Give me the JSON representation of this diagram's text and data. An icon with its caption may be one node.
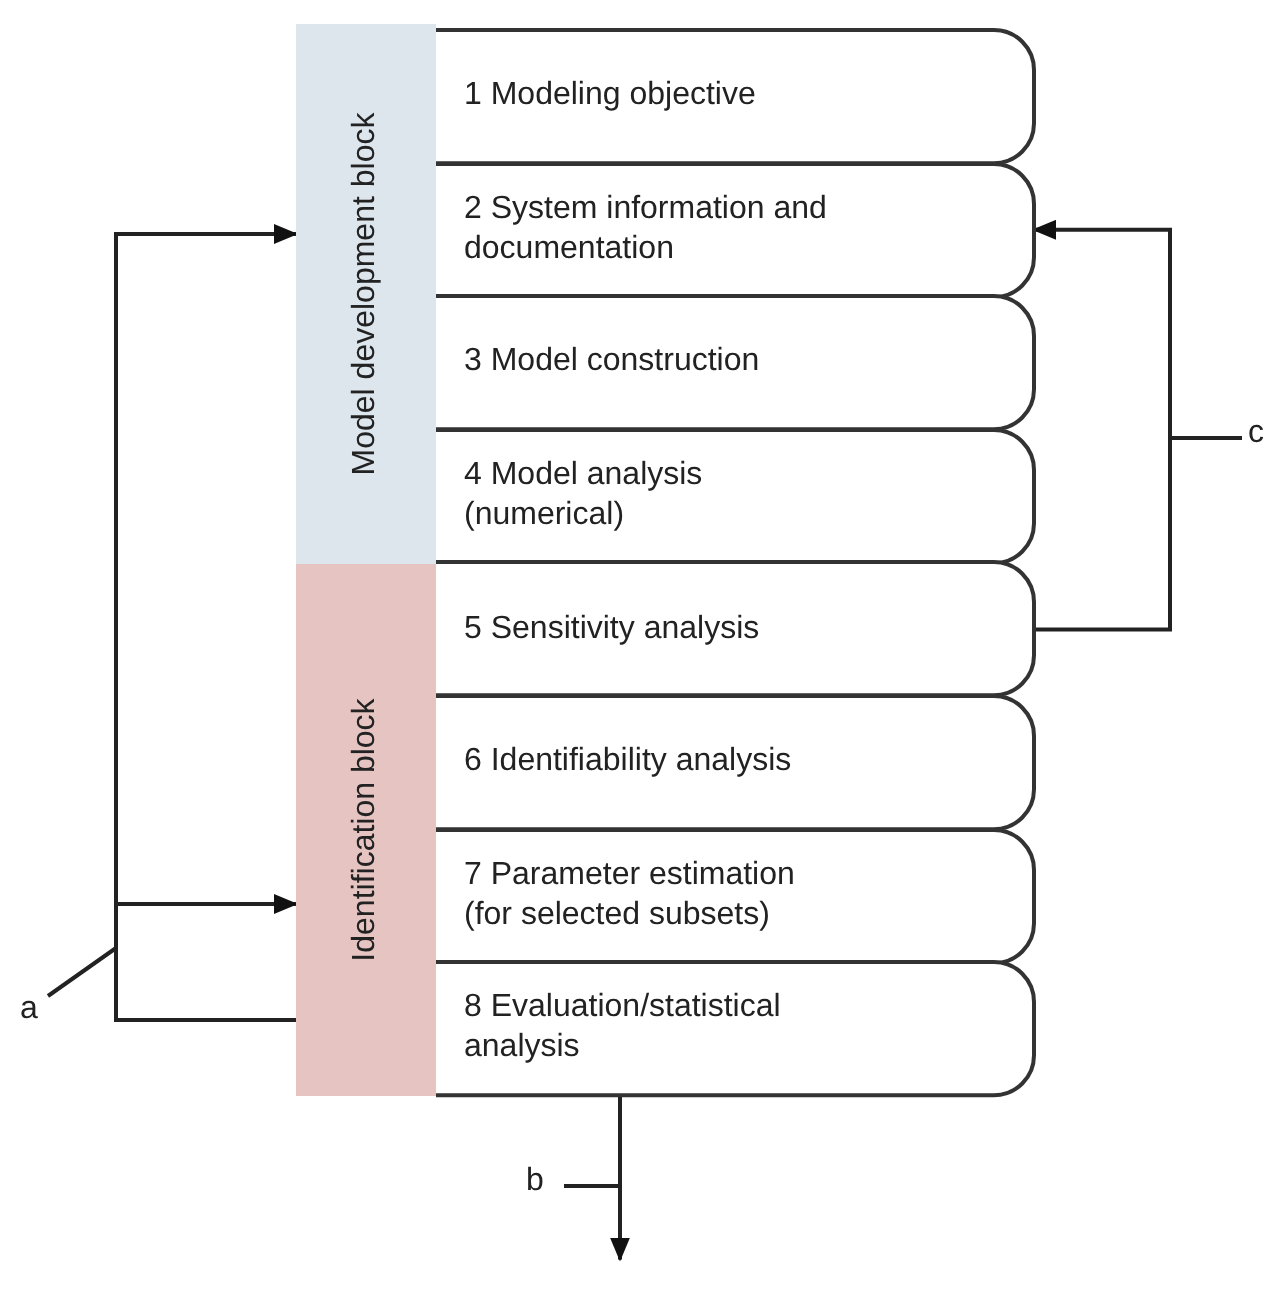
{
  "diagram": {
    "nodes": [
      {
        "text": [
          "Model development block"
        ]
      },
      {
        "text": [
          "Identification block"
        ]
      },
      {
        "text": [
          "1 Modeling objective"
        ]
      },
      {
        "text": [
          "2 System information and documentation"
        ]
      },
      {
        "text": [
          "3 Model construction"
        ]
      },
      {
        "text": [
          "4 Model analysis (numerical)"
        ]
      },
      {
        "text": [
          "5 Sensitivity analysis"
        ]
      },
      {
        "text": [
          "6 Identifiability analysis"
        ]
      },
      {
        "text": [
          "7 Parameter estimation (for selected subsets)"
        ]
      },
      {
        "text": [
          "8 Evaluation/statistical analysis"
        ]
      },
      {
        "text": [
          "a"
        ]
      },
      {
        "text": [
          "b"
        ]
      },
      {
        "text": [
          "c"
        ]
      }
    ],
    "edges": [
      {
        "from": 1,
        "to": 0,
        "arrow": "to"
      },
      {
        "from": 1,
        "to": 1,
        "arrow": "to"
      },
      {
        "from": 6,
        "to": 3,
        "arrow": "to"
      },
      {
        "from": 9,
        "to": null,
        "arrow": "to"
      },
      {
        "from": 10,
        "to": null,
        "arrow": "none"
      },
      {
        "from": 11,
        "to": null,
        "arrow": "none"
      },
      {
        "from": 12,
        "to": null,
        "arrow": "none"
      }
    ]
  }
}
